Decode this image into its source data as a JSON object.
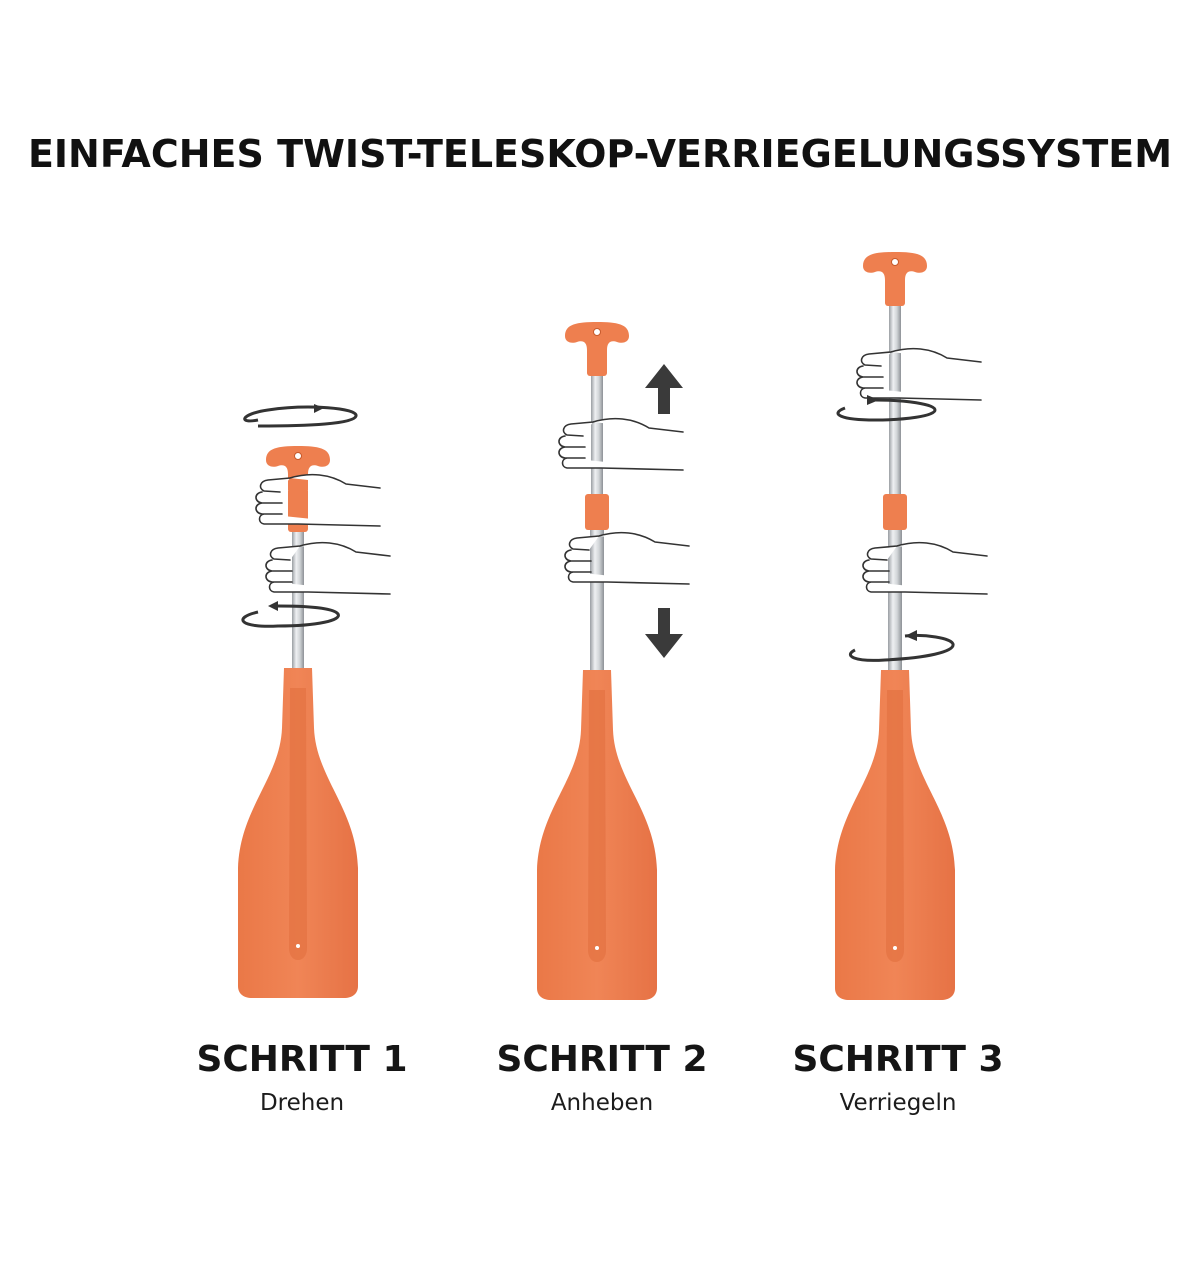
{
  "headline": "EINFACHES TWIST-TELESKOP-VERRIEGELUNGSSYSTEM",
  "steps": [
    {
      "title": "SCHRITT 1",
      "subtitle": "Drehen"
    },
    {
      "title": "SCHRITT 2",
      "subtitle": "Anheben"
    },
    {
      "title": "SCHRITT 3",
      "subtitle": "Verriegeln"
    }
  ],
  "colors": {
    "paddle_orange": "#ee7f4f",
    "paddle_dark": "#dd6a3a",
    "shaft_silver": "#c9ccd0",
    "arrow_dark": "#3a3a3a",
    "text": "#111111"
  },
  "icons": [
    "rotate-arrow-icon",
    "up-arrow-icon",
    "down-arrow-icon",
    "hand-icon"
  ]
}
